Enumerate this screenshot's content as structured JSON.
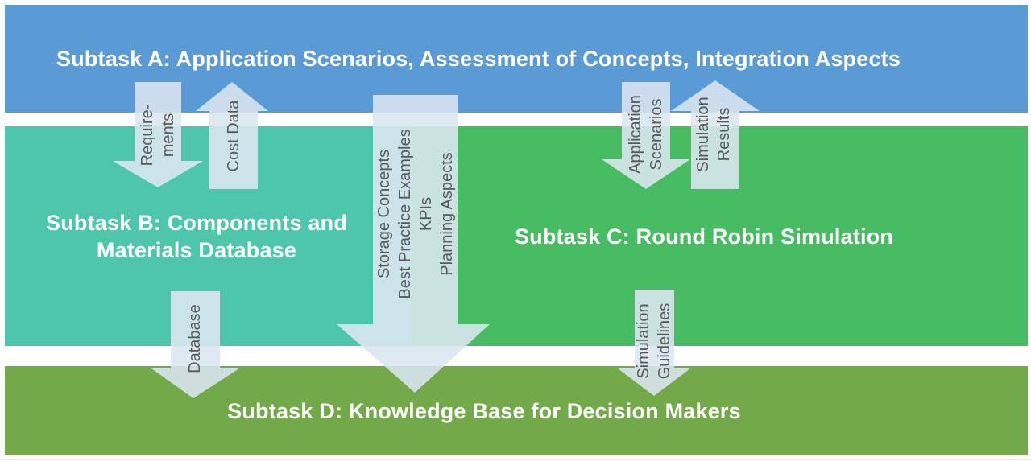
{
  "bands": {
    "a": {
      "title": "Subtask A: Application Scenarios, Assessment of Concepts, Integration Aspects",
      "color": "#5b9bd5"
    },
    "b": {
      "title": "Subtask B: Components and\nMaterials Database",
      "color": "#4dc6ab"
    },
    "c": {
      "title": "Subtask C: Round Robin Simulation",
      "color": "#47bc62"
    },
    "d": {
      "title": "Subtask D: Knowledge Base for Decision Makers",
      "color": "#73aa49"
    }
  },
  "arrows": {
    "requirements": {
      "label": "Require-\nments",
      "direction": "down",
      "from": "Subtask A",
      "to": "Subtask B"
    },
    "cost_data": {
      "label": "Cost Data",
      "direction": "up",
      "from": "Subtask B",
      "to": "Subtask A"
    },
    "application_scenarios": {
      "label": "Application\nScenarios",
      "direction": "down",
      "from": "Subtask A",
      "to": "Subtask C"
    },
    "simulation_results": {
      "label": "Simulation\nResults",
      "direction": "up",
      "from": "Subtask C",
      "to": "Subtask A"
    },
    "knowledge_transfer": {
      "label": "Storage Concepts\nBest Practice Examples\nKPIs\nPlanning Aspects",
      "direction": "down",
      "from": "Subtask A",
      "to": "Subtask D"
    },
    "database": {
      "label": "Database",
      "direction": "down",
      "from": "Subtask B",
      "to": "Subtask D"
    },
    "simulation_guidelines": {
      "label": "Simulation\nGuidelines",
      "direction": "down",
      "from": "Subtask C",
      "to": "Subtask D"
    }
  },
  "arrow_style": {
    "fill": "rgba(213,226,238,0.76)",
    "text_color": "#595959",
    "title_text_color": "#ffffff"
  }
}
